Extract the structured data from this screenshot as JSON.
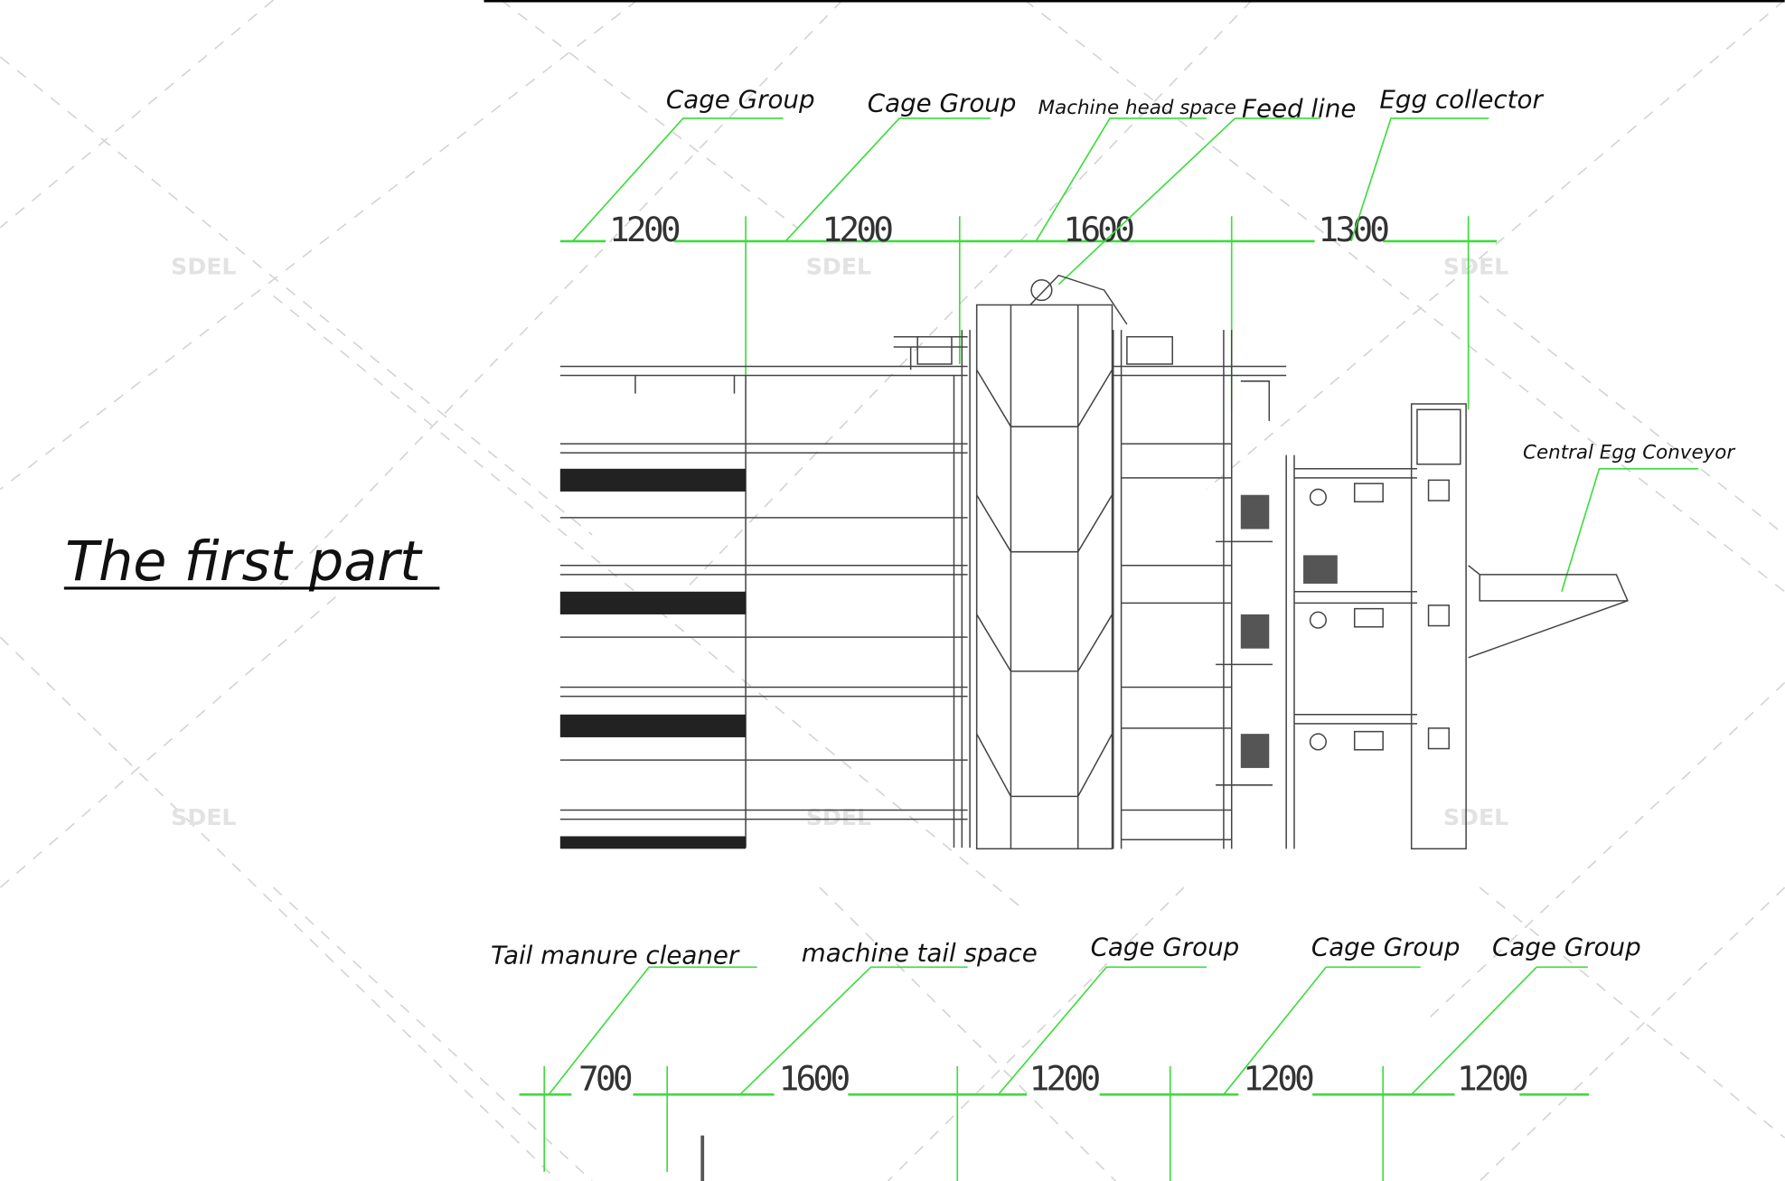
{
  "title": "The first part",
  "watermark": "SDEL",
  "top_labels": {
    "cage_group_1": "Cage Group",
    "cage_group_2": "Cage Group",
    "machine_head_space": "Machine head space",
    "feed_line": "Feed line",
    "egg_collector": "Egg collector",
    "central_egg_conveyor": "Central Egg Conveyor"
  },
  "top_dimensions": [
    "1200",
    "1200",
    "1600",
    "1300"
  ],
  "bottom_labels": {
    "tail_manure_cleaner": "Tail manure cleaner",
    "machine_tail_space": "machine tail space",
    "cage_group_1": "Cage Group",
    "cage_group_2": "Cage Group",
    "cage_group_3": "Cage Group"
  },
  "bottom_dimensions": [
    "700",
    "1600",
    "1200",
    "1200",
    "1200"
  ],
  "colors": {
    "dimension_line": "#3ddc3d",
    "drawing": "#444444"
  }
}
